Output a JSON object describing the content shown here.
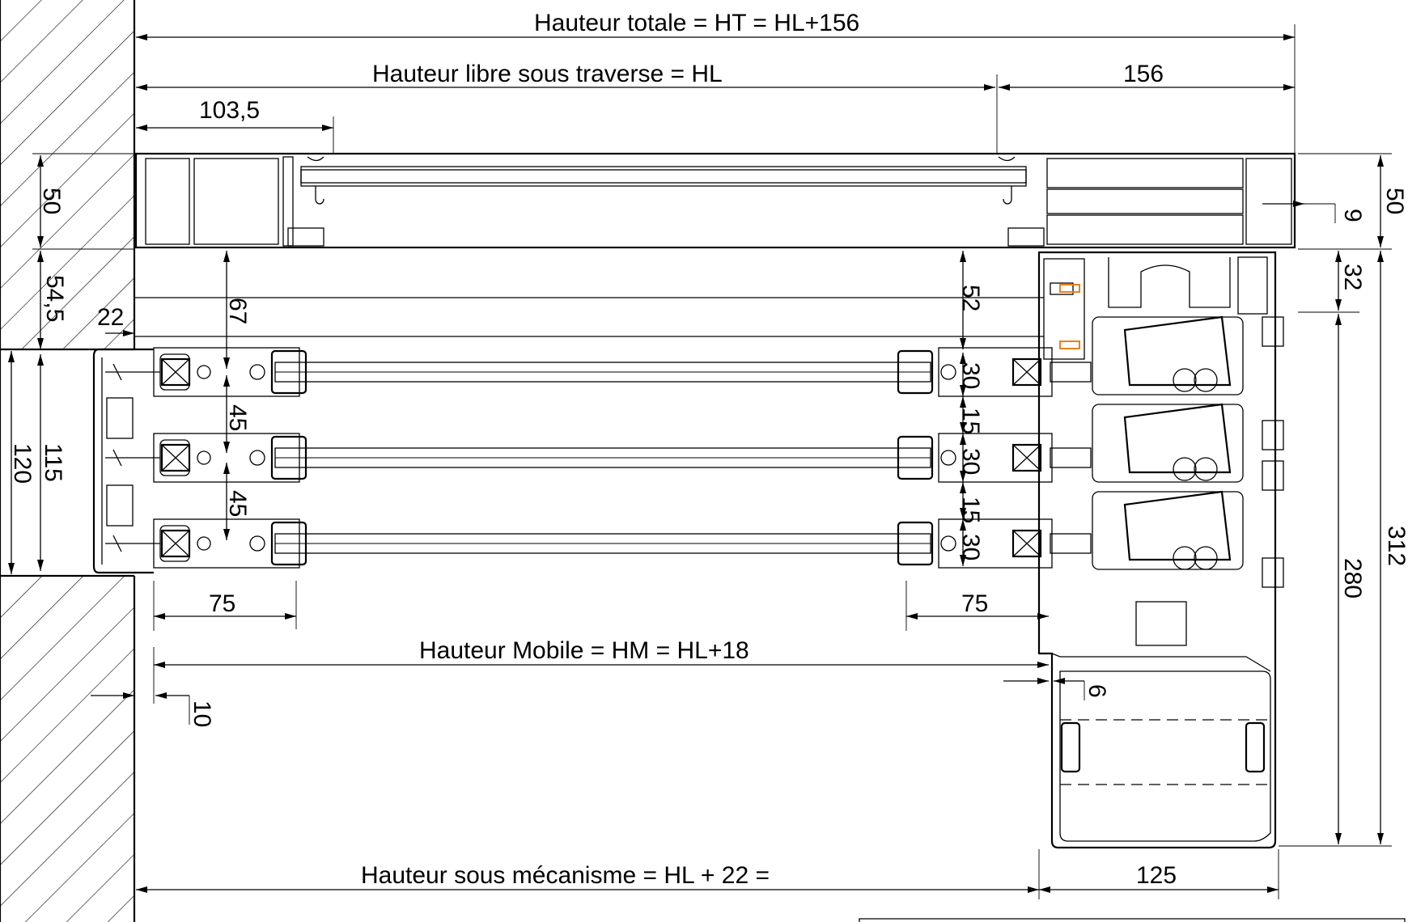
{
  "labels": {
    "total_height": "Hauteur totale = HT = HL+156",
    "clear_height": "Hauteur libre sous traverse = HL",
    "mobile_height": "Hauteur Mobile = HM = HL+18",
    "mechanism_height": "Hauteur sous mécanisme = HL + 22 ="
  },
  "dimensions": {
    "d156": "156",
    "d103_5": "103,5",
    "d50_left": "50",
    "d50_right": "50",
    "d9": "9",
    "d54_5": "54,5",
    "d22": "22",
    "d67": "67",
    "d52": "52",
    "d32": "32",
    "d120": "120",
    "d115": "115",
    "d45_a": "45",
    "d45_b": "45",
    "d30_a": "30",
    "d15_a": "15",
    "d30_b": "30",
    "d15_b": "15",
    "d30_c": "30",
    "d312": "312",
    "d280": "280",
    "d75_left": "75",
    "d75_right": "75",
    "d6": "6",
    "d10": "10",
    "d125": "125"
  },
  "colors": {
    "line": "#000000",
    "accent_parts": "#e8801e",
    "background": "#ffffff"
  }
}
